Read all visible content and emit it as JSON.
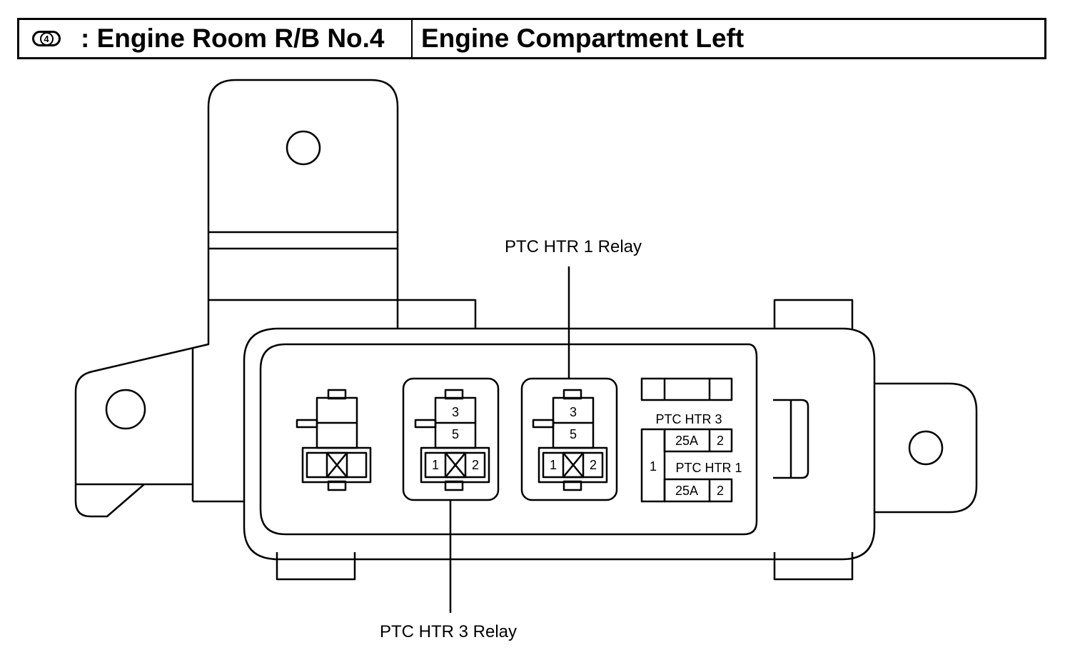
{
  "header": {
    "badge_number": "4",
    "title": ": Engine Room R/B No.4",
    "location": "Engine Compartment Left"
  },
  "labels": {
    "ptc_htr_1_relay": "PTC HTR 1 Relay",
    "ptc_htr_3_relay": "PTC HTR 3 Relay"
  },
  "relay_pins": {
    "relay_3": {
      "top_a": "3",
      "top_b": "5",
      "left": "1",
      "right": "2"
    },
    "relay_1": {
      "top_a": "3",
      "top_b": "5",
      "left": "1",
      "right": "2"
    }
  },
  "fuse_block": {
    "ptc_htr_3": {
      "name": "PTC HTR 3",
      "amperage": "25A",
      "terminal": "2"
    },
    "ptc_htr_1": {
      "name": "PTC HTR 1",
      "amperage": "25A",
      "terminal": "2"
    },
    "common_terminal": "1"
  }
}
